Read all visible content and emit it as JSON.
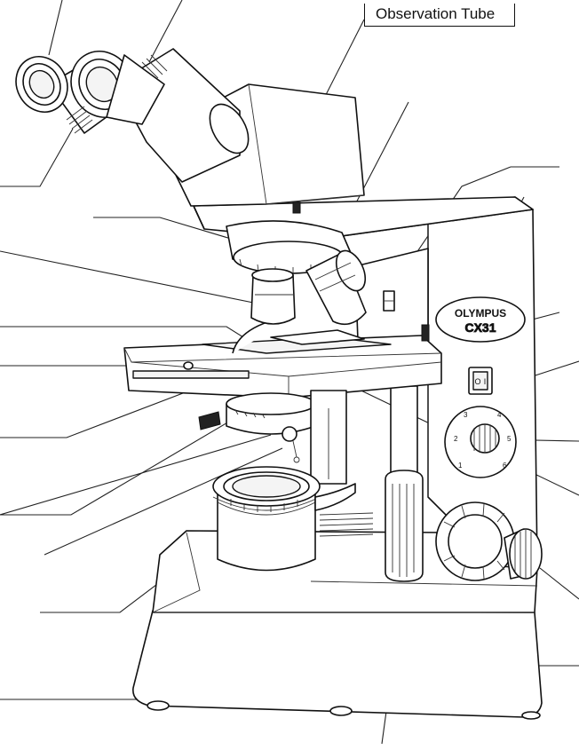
{
  "diagram": {
    "title": "Observation Tube",
    "brand": "OLYMPUS",
    "model": "CX31",
    "dial_numbers": [
      "1",
      "2",
      "3",
      "4",
      "5",
      "6"
    ],
    "switch_labels": [
      "O",
      "I"
    ]
  }
}
